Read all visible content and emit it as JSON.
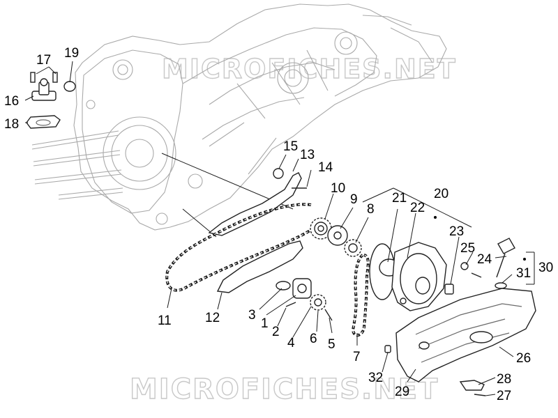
{
  "watermarks": {
    "top": "MICROFICHES.NET",
    "bottom": "MICROFICHES.NET"
  },
  "callouts": {
    "n1": "1",
    "n2": "2",
    "n3": "3",
    "n4": "4",
    "n5": "5",
    "n6": "6",
    "n7": "7",
    "n8": "8",
    "n9": "9",
    "n10": "10",
    "n11": "11",
    "n12": "12",
    "n13": "13",
    "n14": "14",
    "n15": "15",
    "n16": "16",
    "n17": "17",
    "n18": "18",
    "n19": "19",
    "n20": "20",
    "n21": "21",
    "n22": "22",
    "n23": "23",
    "n24": "24",
    "n25": "25",
    "n26": "26",
    "n27": "27",
    "n28": "28",
    "n29": "29",
    "n30": "30",
    "n31": "31",
    "n32": "32"
  }
}
